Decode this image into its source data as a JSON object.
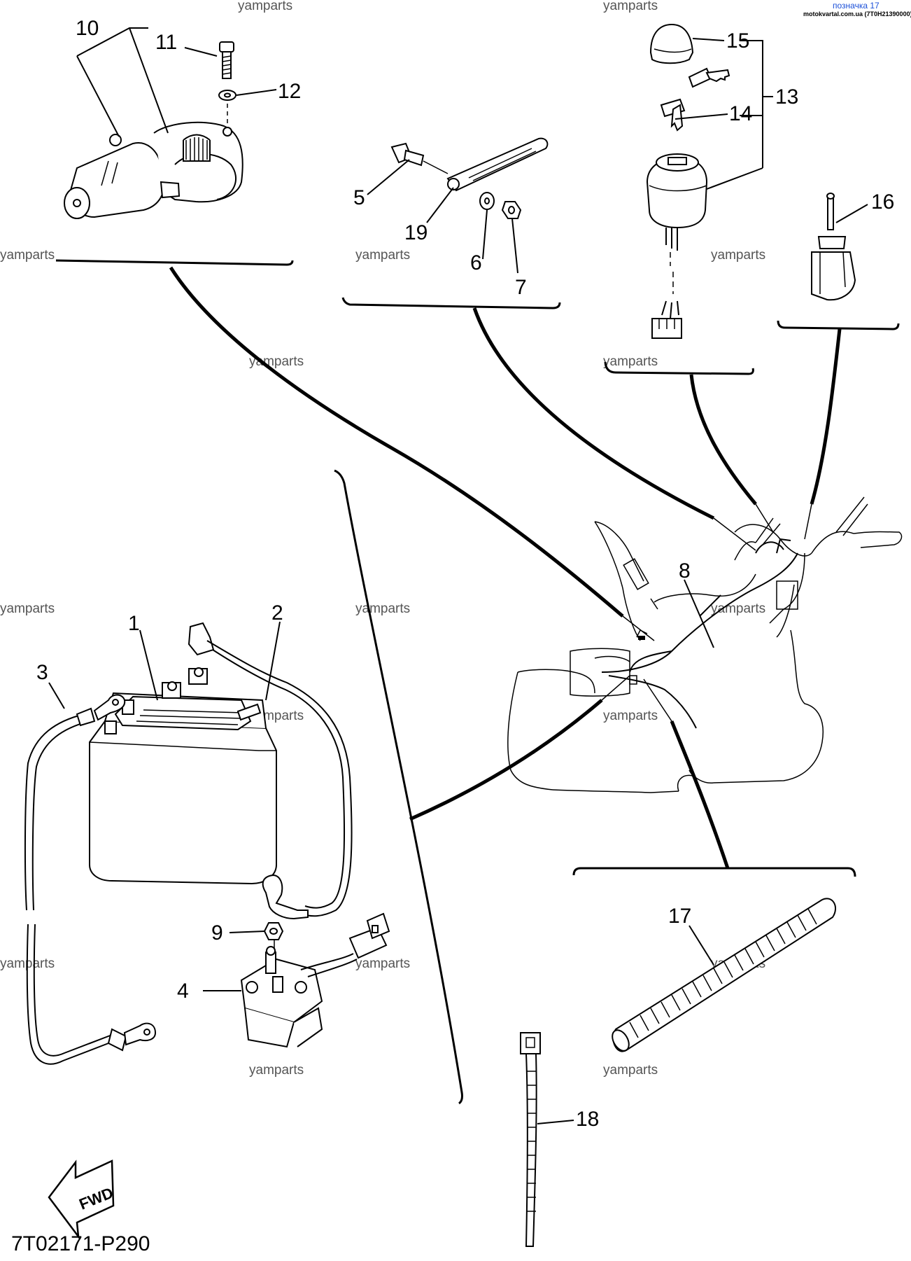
{
  "header": {
    "ref": "позначка 17",
    "source": "motokvartal.com.ua (7T0H21390000)"
  },
  "watermark": "yamparts",
  "callouts": [
    "1",
    "2",
    "3",
    "4",
    "5",
    "6",
    "7",
    "8",
    "9",
    "10",
    "11",
    "12",
    "13",
    "14",
    "15",
    "16",
    "17",
    "18",
    "19"
  ],
  "fwd_label": "FWD",
  "diagram_code": "7T02171-P290",
  "colors": {
    "line": "#000000",
    "background": "#ffffff",
    "header_link": "#1a4fd8"
  }
}
